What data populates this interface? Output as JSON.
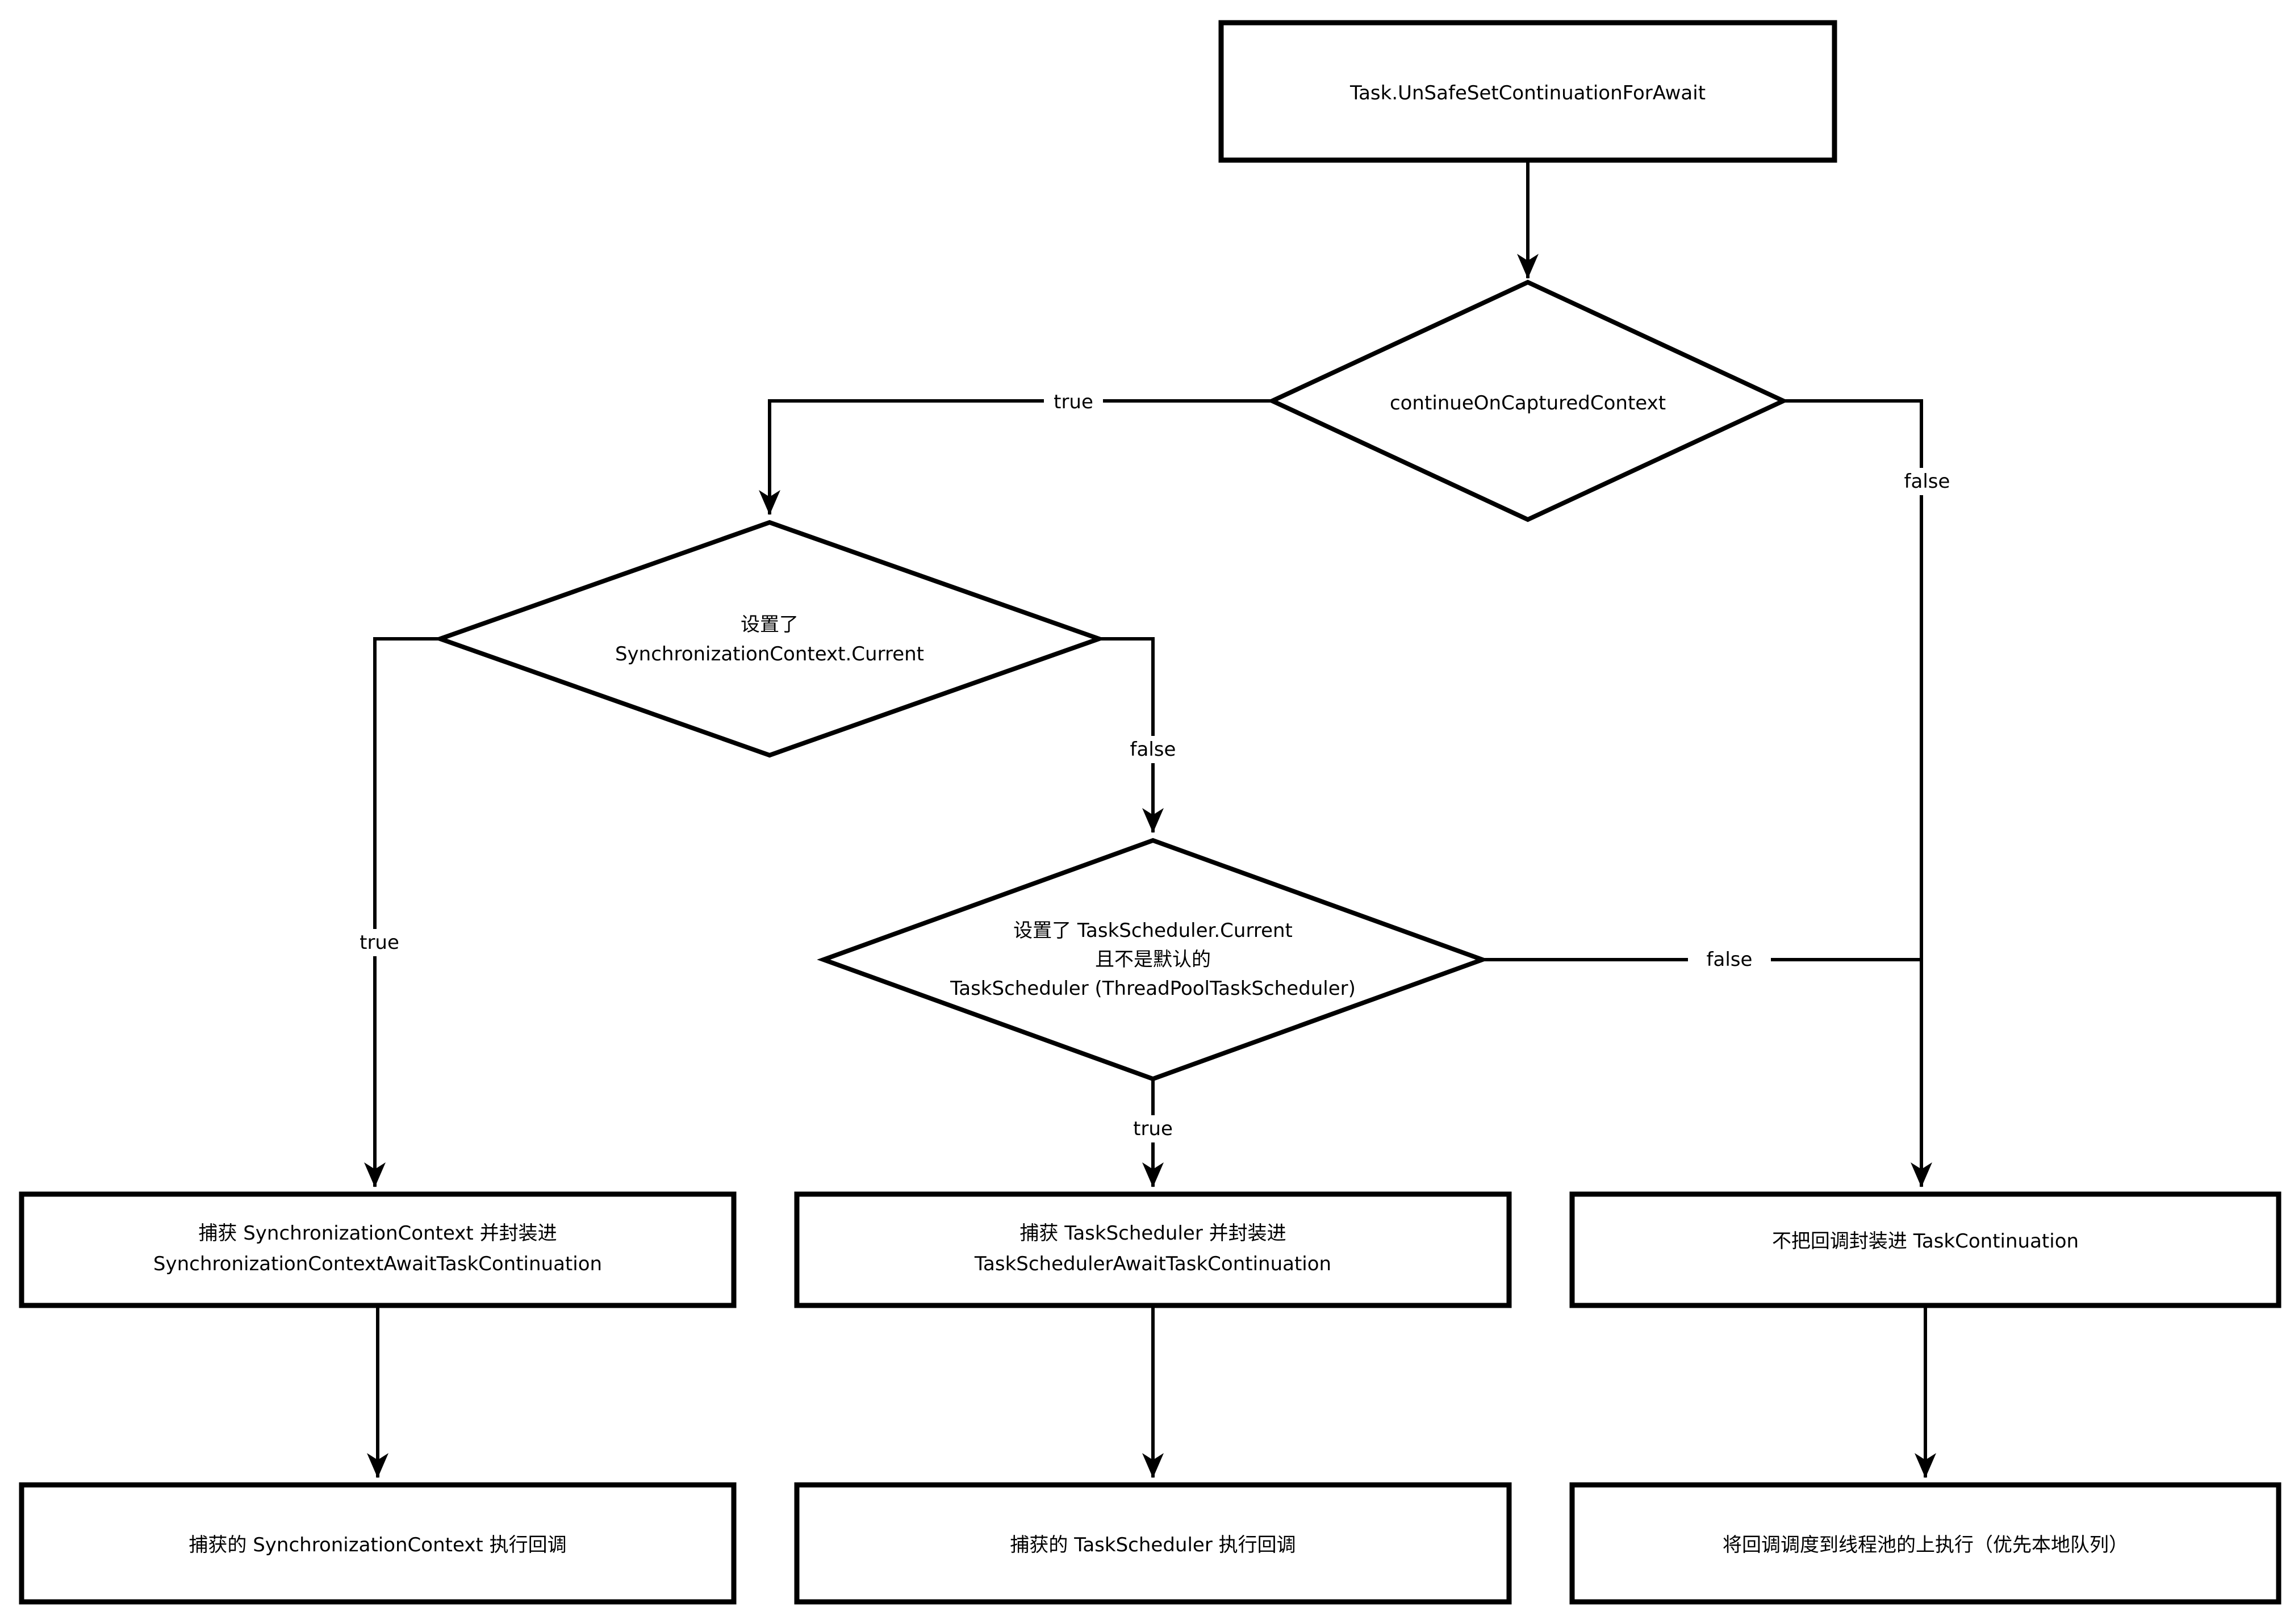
{
  "diagram": {
    "colors": {
      "background": "#ffffff",
      "stroke": "#000000",
      "text": "#000000"
    },
    "nodes": {
      "start": {
        "label": "Task.UnSafeSetContinuationForAwait"
      },
      "decision_continue_on_captured_context": {
        "label": "continueOnCapturedContext"
      },
      "decision_synchronization_context": {
        "lines": [
          "设置了",
          "SynchronizationContext.Current"
        ]
      },
      "decision_task_scheduler": {
        "lines": [
          "设置了 TaskScheduler.Current",
          "且不是默认的",
          "TaskScheduler (ThreadPoolTaskScheduler)"
        ]
      },
      "capture_synchronization_context": {
        "lines": [
          "捕获 SynchronizationContext 并封装进",
          "SynchronizationContextAwaitTaskContinuation"
        ]
      },
      "capture_task_scheduler": {
        "lines": [
          "捕获 TaskScheduler 并封装进",
          "TaskSchedulerAwaitTaskContinuation"
        ]
      },
      "no_task_continuation": {
        "label": "不把回调封装进 TaskContinuation"
      },
      "execute_on_synchronization_context": {
        "label": "捕获的 SynchronizationContext 执行回调"
      },
      "execute_on_task_scheduler": {
        "label": "捕获的 TaskScheduler 执行回调"
      },
      "schedule_on_thread_pool": {
        "label": "将回调调度到线程池的上执行（优先本地队列）"
      }
    },
    "edge_labels": {
      "continue_true": "true",
      "continue_false": "false",
      "sync_true": "true",
      "sync_false": "false",
      "scheduler_true": "true",
      "scheduler_false": "false"
    }
  }
}
